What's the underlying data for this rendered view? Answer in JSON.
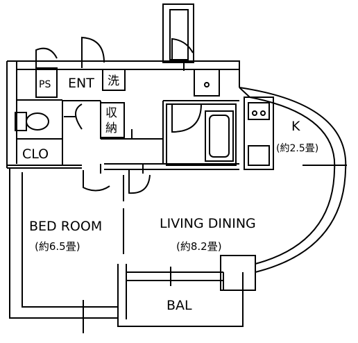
{
  "rooms": {
    "ps": "PS",
    "ent": "ENT",
    "washer": "洗",
    "storage_1": "収",
    "storage_2": "納",
    "kitchen": "K",
    "kitchen_area": "(約2.5畳)",
    "closet": "CLO",
    "bedroom": "BED ROOM",
    "bedroom_area": "(約6.5畳)",
    "living": "LIVING DINING",
    "living_area": "(約8.2畳)",
    "balcony": "BAL"
  },
  "colors": {
    "wall": "#000000",
    "background": "#ffffff"
  }
}
